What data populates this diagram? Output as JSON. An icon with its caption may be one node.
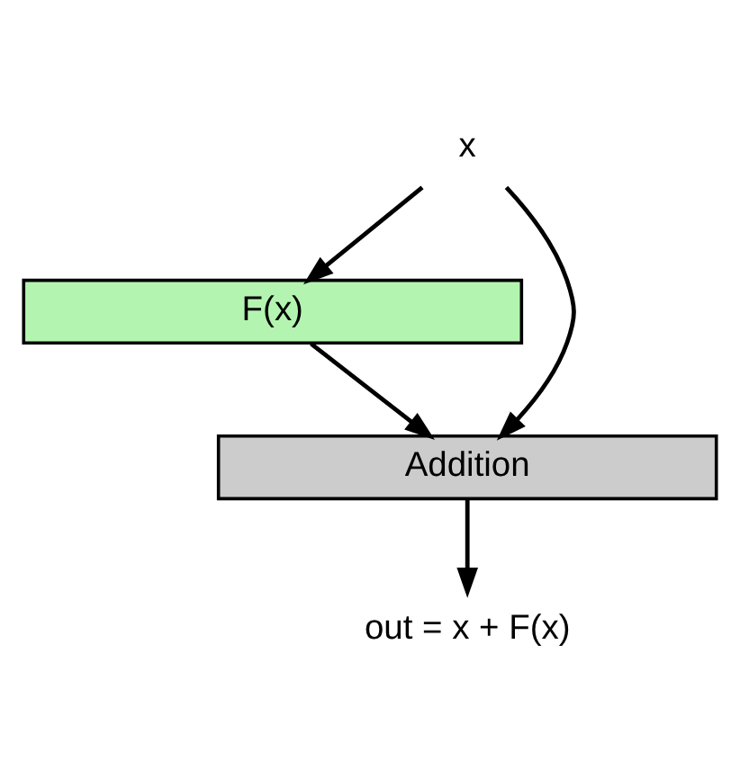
{
  "diagram": {
    "nodes": [
      {
        "text": [
          "x"
        ]
      },
      {
        "text": [
          "F(x)"
        ]
      },
      {
        "text": [
          "Addition"
        ]
      },
      {
        "text": [
          "out = x + F(x)"
        ]
      }
    ],
    "edges": [
      {
        "from": 0,
        "to": 2,
        "arrow": "to"
      },
      {
        "from": 0,
        "to": 1,
        "arrow": "to"
      },
      {
        "from": 1,
        "to": 2,
        "arrow": "to"
      },
      {
        "from": 2,
        "to": 3,
        "arrow": "to"
      }
    ]
  }
}
